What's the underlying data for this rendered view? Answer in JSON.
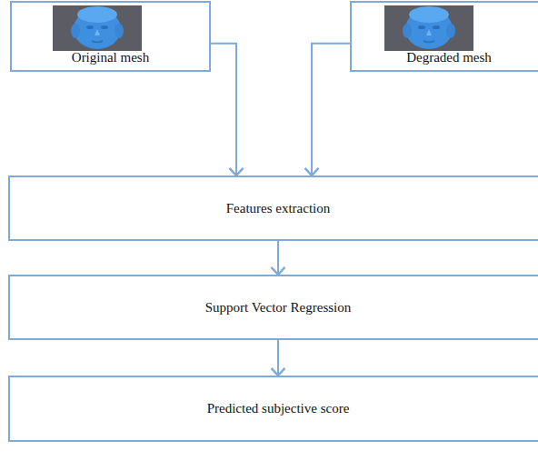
{
  "diagram": {
    "nodes": [
      {
        "text": [
          "Original mesh"
        ]
      },
      {
        "text": [
          "Degraded mesh"
        ]
      },
      {
        "text": [
          "Features extraction"
        ]
      },
      {
        "text": [
          "Support Vector Regression"
        ]
      },
      {
        "text": [
          "Predicted subjective score"
        ]
      }
    ],
    "edges": [
      {
        "from": 0,
        "to": 2,
        "arrow": "to"
      },
      {
        "from": 1,
        "to": 2,
        "arrow": "to"
      },
      {
        "from": 2,
        "to": 3,
        "arrow": "to"
      },
      {
        "from": 3,
        "to": 4,
        "arrow": "to"
      }
    ]
  }
}
